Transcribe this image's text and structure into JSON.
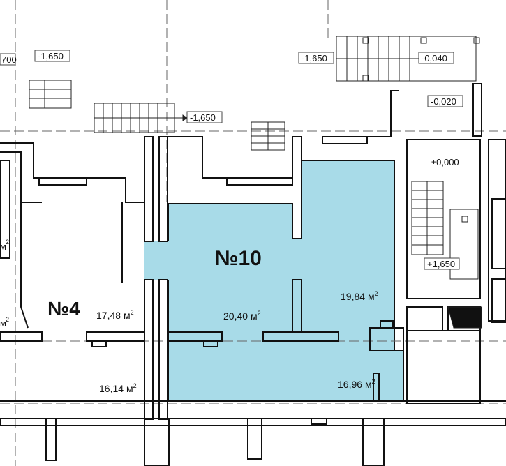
{
  "colors": {
    "highlight": "#a8dbe8",
    "wall": "#111111",
    "thin_line": "#444444",
    "label_bg": "#ffffff",
    "accent_tick": "#f0a878"
  },
  "units": {
    "number_prefix": "№",
    "area": "м",
    "area_sup": "2"
  },
  "units_list": [
    {
      "id": "unit-10",
      "number": "10",
      "highlighted": true
    },
    {
      "id": "unit-4",
      "number": "4",
      "highlighted": false
    }
  ],
  "areas": [
    {
      "id": "area-20-40",
      "value": "20,40"
    },
    {
      "id": "area-19-84",
      "value": "19,84"
    },
    {
      "id": "area-16-96",
      "value": "16,96"
    },
    {
      "id": "area-17-48",
      "value": "17,48"
    },
    {
      "id": "area-16-14",
      "value": "16,14"
    }
  ],
  "levels": [
    {
      "id": "level-a",
      "value": "-1,650"
    },
    {
      "id": "level-b",
      "value": "-1,650"
    },
    {
      "id": "level-c",
      "value": "-1,650"
    },
    {
      "id": "level-d",
      "value": "-0,040"
    },
    {
      "id": "level-e",
      "value": "-0,020"
    },
    {
      "id": "level-f",
      "value": "±0,000"
    },
    {
      "id": "level-g",
      "value": "+1,650"
    }
  ]
}
